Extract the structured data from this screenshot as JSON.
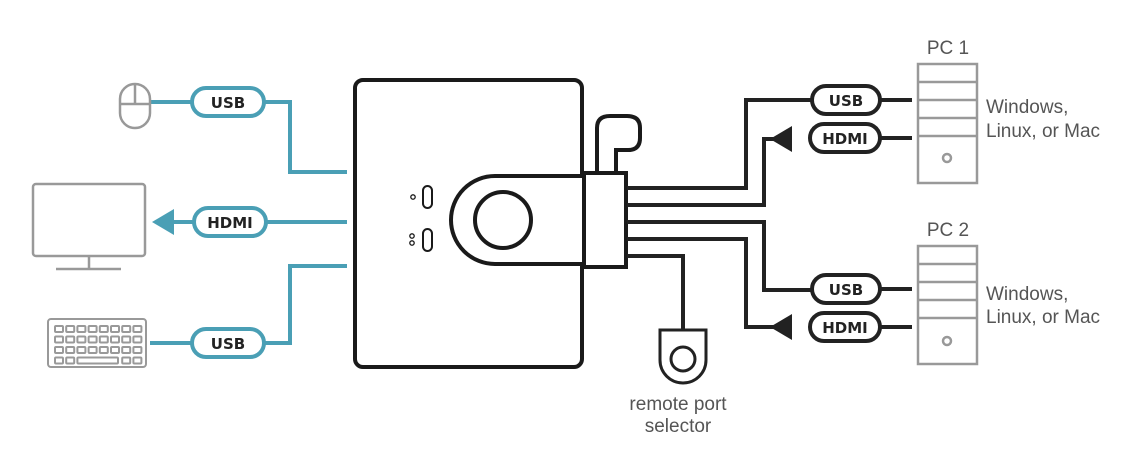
{
  "badges": {
    "mouse_usb": "USB",
    "monitor_hdmi": "HDMI",
    "keyboard_usb": "USB",
    "pc1_usb": "USB",
    "pc1_hdmi": "HDMI",
    "pc2_usb": "USB",
    "pc2_hdmi": "HDMI"
  },
  "pc1": {
    "title": "PC 1",
    "os_line1": "Windows,",
    "os_line2": "Linux, or Mac"
  },
  "pc2": {
    "title": "PC 2",
    "os_line1": "Windows,",
    "os_line2": "Linux, or Mac"
  },
  "remote": {
    "line1": "remote port",
    "line2": "selector"
  },
  "colors": {
    "console_cable": "#4a9fb5",
    "pc_cable": "#222222",
    "device_gray": "#999999"
  }
}
